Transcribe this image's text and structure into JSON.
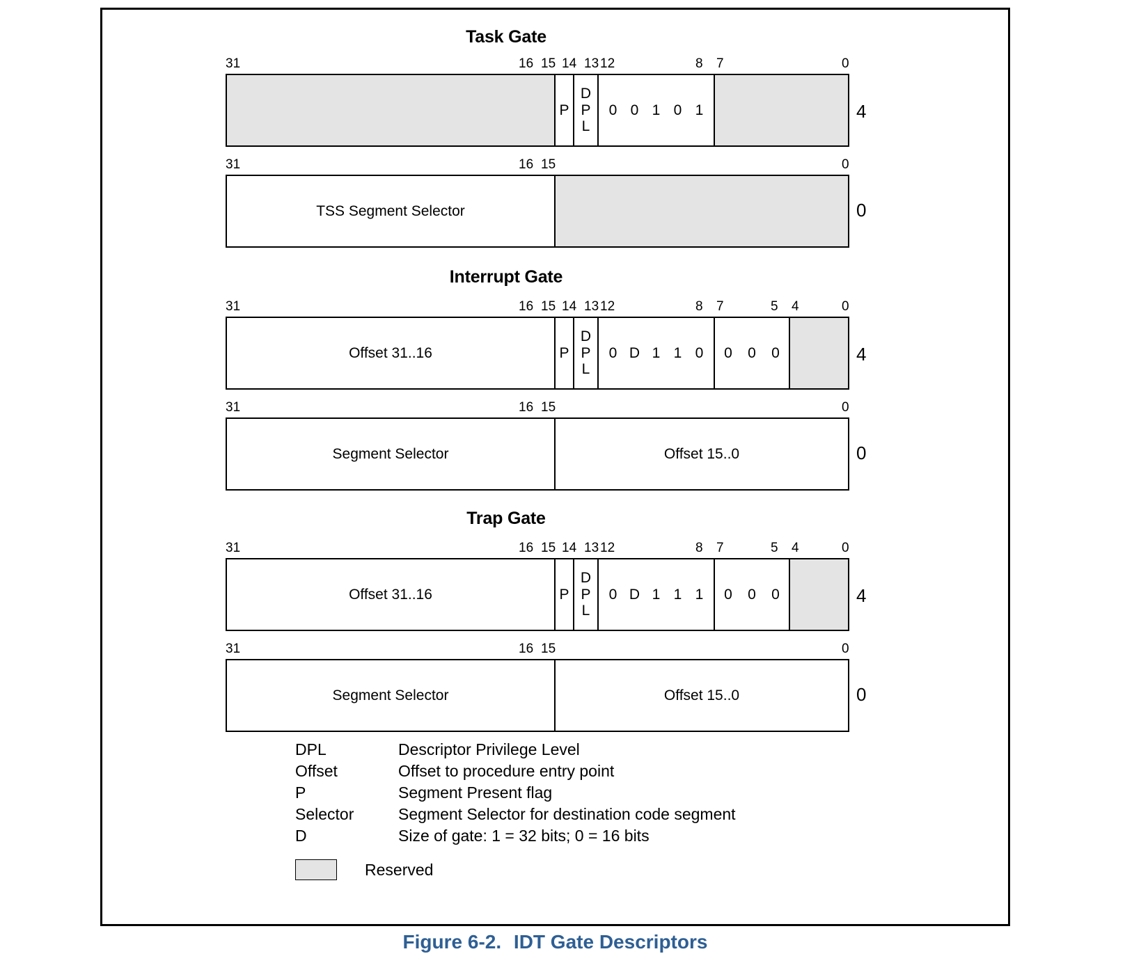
{
  "caption": {
    "number": "Figure 6-2.",
    "title": "IDT Gate Descriptors",
    "color": "#2e5f94"
  },
  "colors": {
    "reserved_fill": "#e4e4e4",
    "line": "#000000",
    "caption_blue": "#2e5f94"
  },
  "sections": [
    {
      "title": "Task Gate",
      "rows": [
        {
          "offset_label": "4",
          "scale": [
            "31",
            "16",
            "15",
            "14",
            "13",
            "12",
            "8",
            "7",
            "0"
          ],
          "cells": [
            {
              "name": "reserved-high",
              "text": "",
              "reserved": true
            },
            {
              "name": "present-flag",
              "text": "P",
              "reserved": false
            },
            {
              "name": "dpl-field",
              "text": "DPL",
              "stacked": true,
              "reserved": false
            },
            {
              "name": "type-field",
              "text": "0 0 1 0 1",
              "bits": [
                "0",
                "0",
                "1",
                "0",
                "1"
              ],
              "reserved": false
            },
            {
              "name": "reserved-low",
              "text": "",
              "reserved": true
            }
          ]
        },
        {
          "offset_label": "0",
          "scale": [
            "31",
            "16",
            "15",
            "0"
          ],
          "cells": [
            {
              "name": "tss-segment-selector",
              "text": "TSS Segment Selector",
              "reserved": false
            },
            {
              "name": "reserved-low",
              "text": "",
              "reserved": true
            }
          ]
        }
      ]
    },
    {
      "title": "Interrupt Gate",
      "rows": [
        {
          "offset_label": "4",
          "scale": [
            "31",
            "16",
            "15",
            "14",
            "13",
            "12",
            "8",
            "7",
            "5",
            "4",
            "0"
          ],
          "cells": [
            {
              "name": "offset-high",
              "text": "Offset 31..16",
              "reserved": false
            },
            {
              "name": "present-flag",
              "text": "P",
              "reserved": false
            },
            {
              "name": "dpl-field",
              "text": "DPL",
              "stacked": true,
              "reserved": false
            },
            {
              "name": "type-field",
              "text": "0 D 1 1 0",
              "bits": [
                "0",
                "D",
                "1",
                "1",
                "0"
              ],
              "reserved": false
            },
            {
              "name": "zero-field",
              "text": "0 0 0",
              "bits": [
                "0",
                "0",
                "0"
              ],
              "reserved": false
            },
            {
              "name": "reserved-low",
              "text": "",
              "reserved": true
            }
          ]
        },
        {
          "offset_label": "0",
          "scale": [
            "31",
            "16",
            "15",
            "0"
          ],
          "cells": [
            {
              "name": "segment-selector",
              "text": "Segment Selector",
              "reserved": false
            },
            {
              "name": "offset-low",
              "text": "Offset 15..0",
              "reserved": false
            }
          ]
        }
      ]
    },
    {
      "title": "Trap Gate",
      "rows": [
        {
          "offset_label": "4",
          "scale": [
            "31",
            "16",
            "15",
            "14",
            "13",
            "12",
            "8",
            "7",
            "5",
            "4",
            "0"
          ],
          "cells": [
            {
              "name": "offset-high",
              "text": "Offset 31..16",
              "reserved": false
            },
            {
              "name": "present-flag",
              "text": "P",
              "reserved": false
            },
            {
              "name": "dpl-field",
              "text": "DPL",
              "stacked": true,
              "reserved": false
            },
            {
              "name": "type-field",
              "text": "0 D 1 1 1",
              "bits": [
                "0",
                "D",
                "1",
                "1",
                "1"
              ],
              "reserved": false
            },
            {
              "name": "zero-field",
              "text": "0 0 0",
              "bits": [
                "0",
                "0",
                "0"
              ],
              "reserved": false
            },
            {
              "name": "reserved-low",
              "text": "",
              "reserved": true
            }
          ]
        },
        {
          "offset_label": "0",
          "scale": [
            "31",
            "16",
            "15",
            "0"
          ],
          "cells": [
            {
              "name": "segment-selector",
              "text": "Segment Selector",
              "reserved": false
            },
            {
              "name": "offset-low",
              "text": "Offset 15..0",
              "reserved": false
            }
          ]
        }
      ]
    }
  ],
  "legend": {
    "entries": [
      {
        "term": "DPL",
        "description": "Descriptor Privilege Level"
      },
      {
        "term": "Offset",
        "description": "Offset to procedure entry point"
      },
      {
        "term": "P",
        "description": "Segment Present flag"
      },
      {
        "term": "Selector",
        "description": "Segment Selector for destination code segment"
      },
      {
        "term": "D",
        "description": "Size of gate: 1 = 32 bits; 0 = 16 bits"
      }
    ],
    "reserved_key_label": "Reserved"
  }
}
